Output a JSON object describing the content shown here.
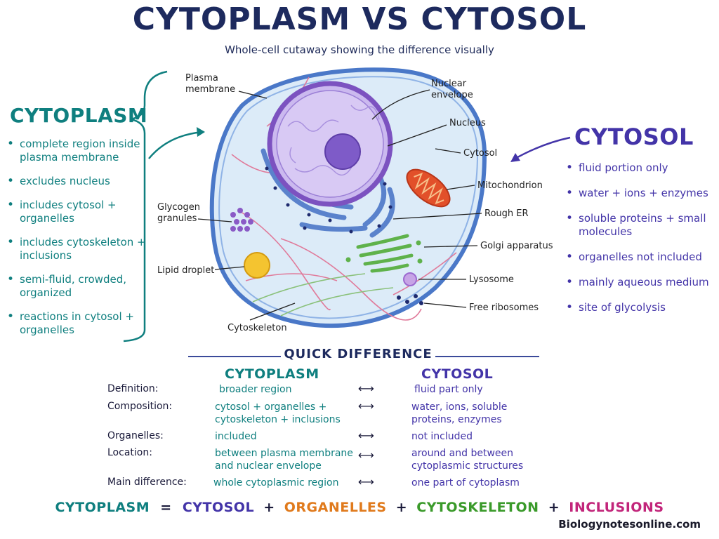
{
  "title": "CYTOPLASM VS CYTOSOL",
  "subtitle": "Whole-cell cutaway showing the difference visually",
  "left_panel": {
    "heading": "CYTOPLASM",
    "points": [
      "complete region inside plasma membrane",
      "excludes nucleus",
      "includes cytosol + organelles",
      "includes cytoskeleton + inclusions",
      "semi-fluid, crowded, organized",
      "reactions in cytosol + organelles"
    ]
  },
  "right_panel": {
    "heading": "CYTOSOL",
    "points": [
      "fluid portion only",
      "water + ions + enzymes",
      "soluble proteins + small molecules",
      "organelles not included",
      "mainly aqueous medium",
      "site of glycolysis"
    ]
  },
  "diagram_labels": {
    "plasma_membrane": "Plasma membrane",
    "nuclear_envelope": "Nuclear envelope",
    "nucleus": "Nucleus",
    "cytosol": "Cytosol",
    "mitochondrion": "Mitochondrion",
    "rough_er": "Rough ER",
    "golgi": "Golgi apparatus",
    "lysosome": "Lysosome",
    "free_ribosomes": "Free ribosomes",
    "glycogen": "Glycogen granules",
    "lipid_droplet": "Lipid droplet",
    "cytoskeleton": "Cytoskeleton"
  },
  "quick_difference": {
    "title": "QUICK DIFFERENCE",
    "col_a": "CYTOPLASM",
    "col_b": "CYTOSOL",
    "arrow": "⟷",
    "rows": [
      {
        "label": "Definition:",
        "a": "broader region",
        "b": "fluid part only"
      },
      {
        "label": "Composition:",
        "a": "cytosol + organelles + cytoskeleton + inclusions",
        "b": "water, ions, soluble proteins, enzymes"
      },
      {
        "label": "Organelles:",
        "a": "included",
        "b": "not included"
      },
      {
        "label": "Location:",
        "a": "between plasma membrane and nuclear envelope",
        "b": "around and between cytoplasmic structures"
      },
      {
        "label": "Main difference:",
        "a": "whole cytoplasmic region",
        "b": "one part of cytoplasm"
      }
    ]
  },
  "equation": {
    "lhs": "CYTOPLASM",
    "eq": "=",
    "plus": "+",
    "t1": "CYTOSOL",
    "t2": "ORGANELLES",
    "t3": "CYTOSKELETON",
    "t4": "INCLUSIONS"
  },
  "credit": "Biologynotesonline.com",
  "colors": {
    "teal": "#0f7f7f",
    "purple": "#4334a8",
    "orange": "#e07a1c",
    "green": "#3a9a2a",
    "magenta": "#c2257a",
    "cell_fill": "#dcebf8",
    "membrane": "#4a78c8",
    "nucleus": "#8a63c9"
  }
}
